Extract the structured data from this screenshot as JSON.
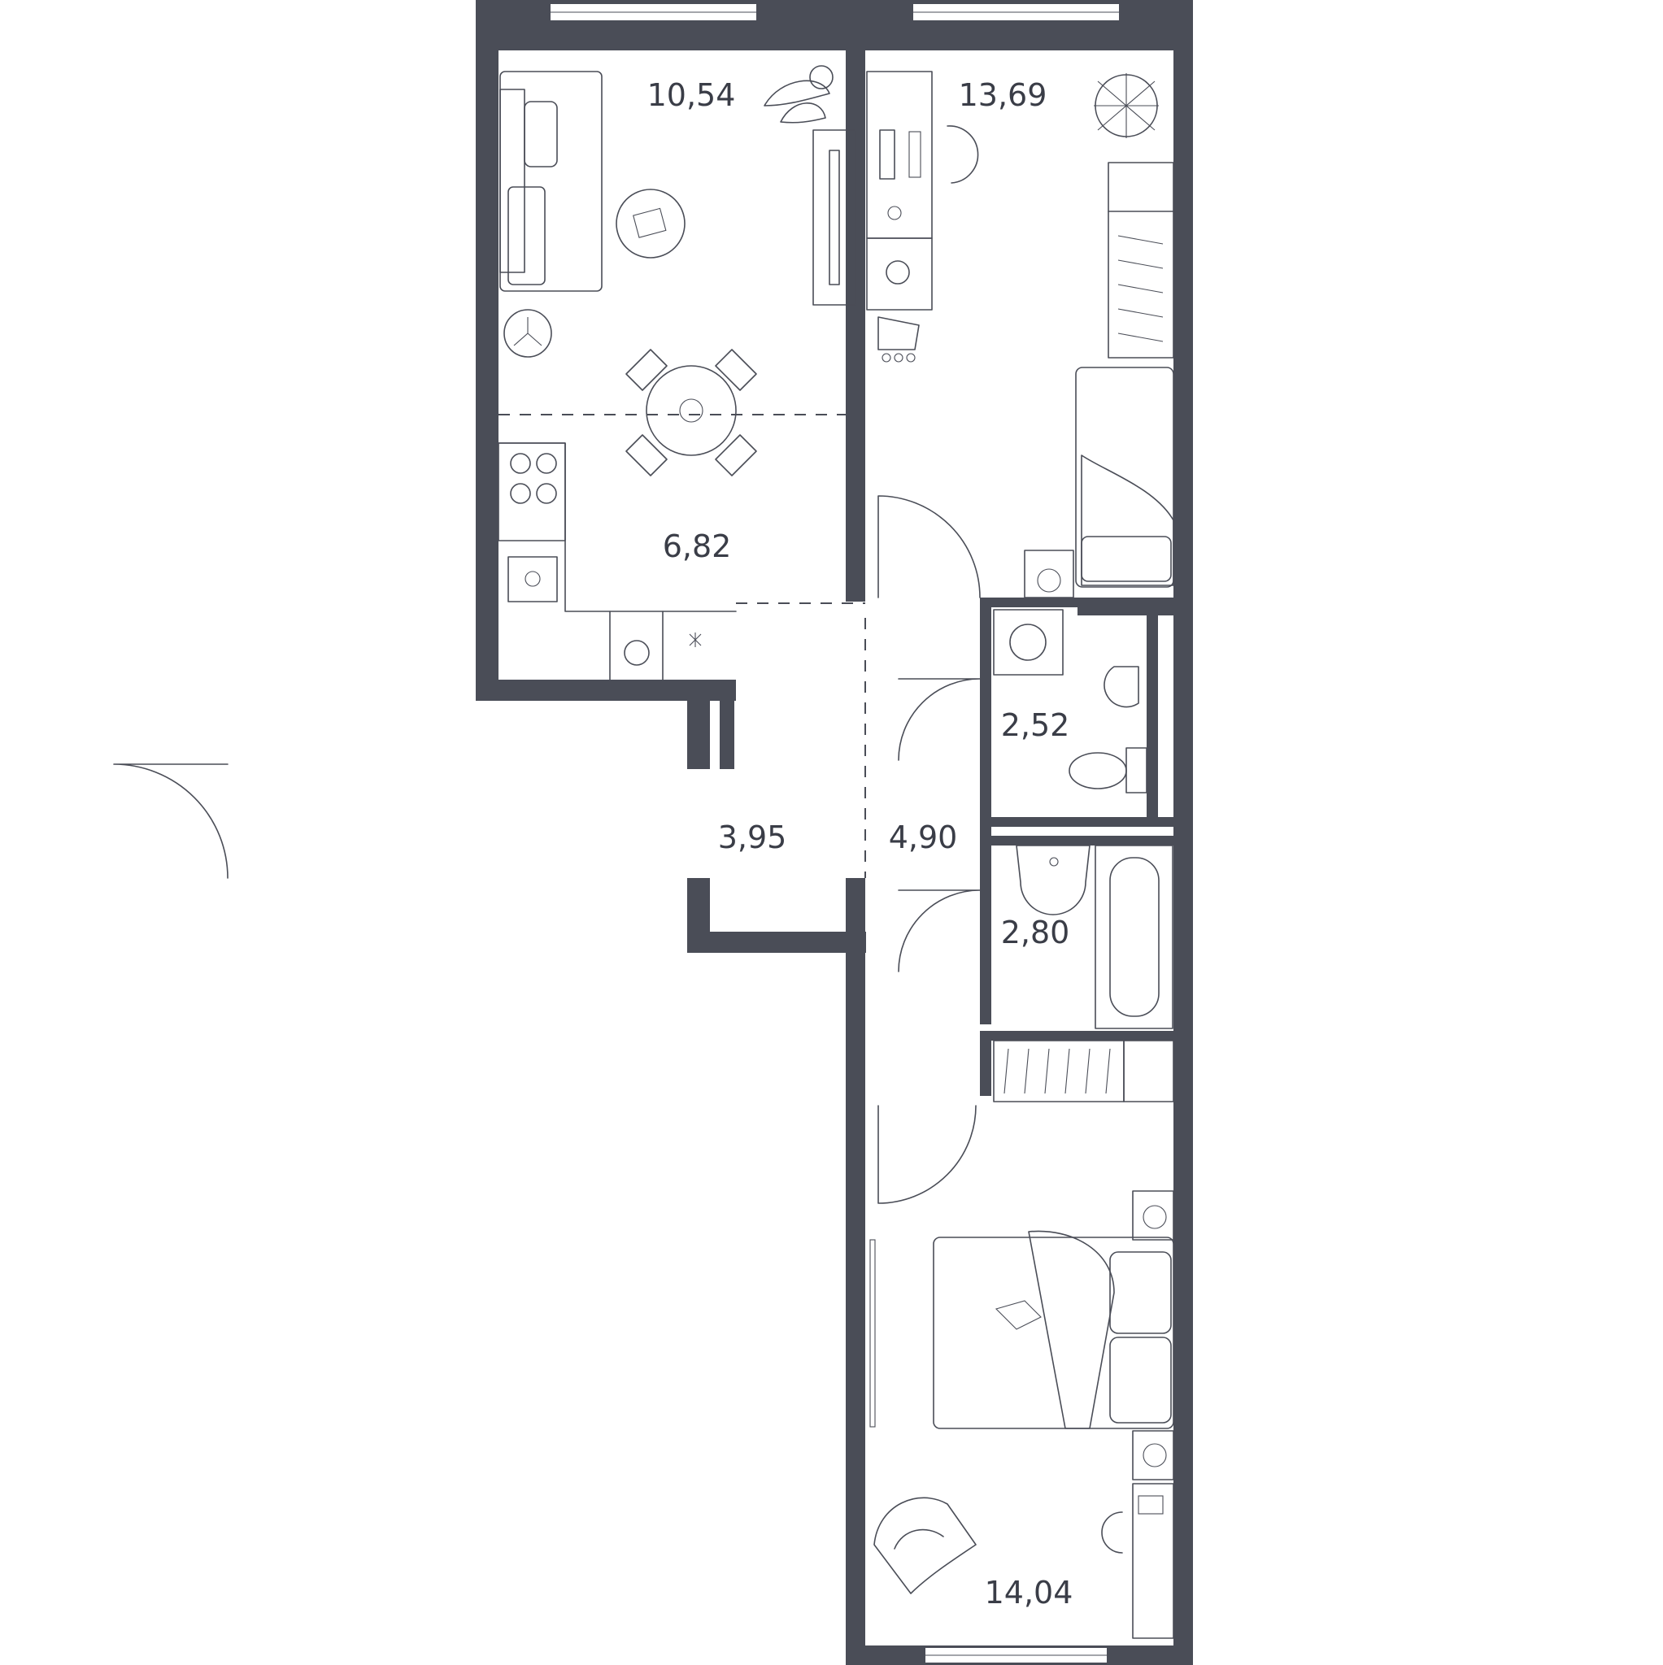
{
  "rooms": [
    {
      "id": "living",
      "area": "10,54"
    },
    {
      "id": "bedroom-1",
      "area": "13,69"
    },
    {
      "id": "kitchen",
      "area": "6,82"
    },
    {
      "id": "wc",
      "area": "2,52"
    },
    {
      "id": "entrance",
      "area": "3,95"
    },
    {
      "id": "corridor",
      "area": "4,90"
    },
    {
      "id": "bathroom",
      "area": "2,80"
    },
    {
      "id": "bedroom-2",
      "area": "14,04"
    }
  ],
  "colors": {
    "wall": "#4a4d57",
    "background": "#ffffff",
    "line": "#4a4d57"
  }
}
